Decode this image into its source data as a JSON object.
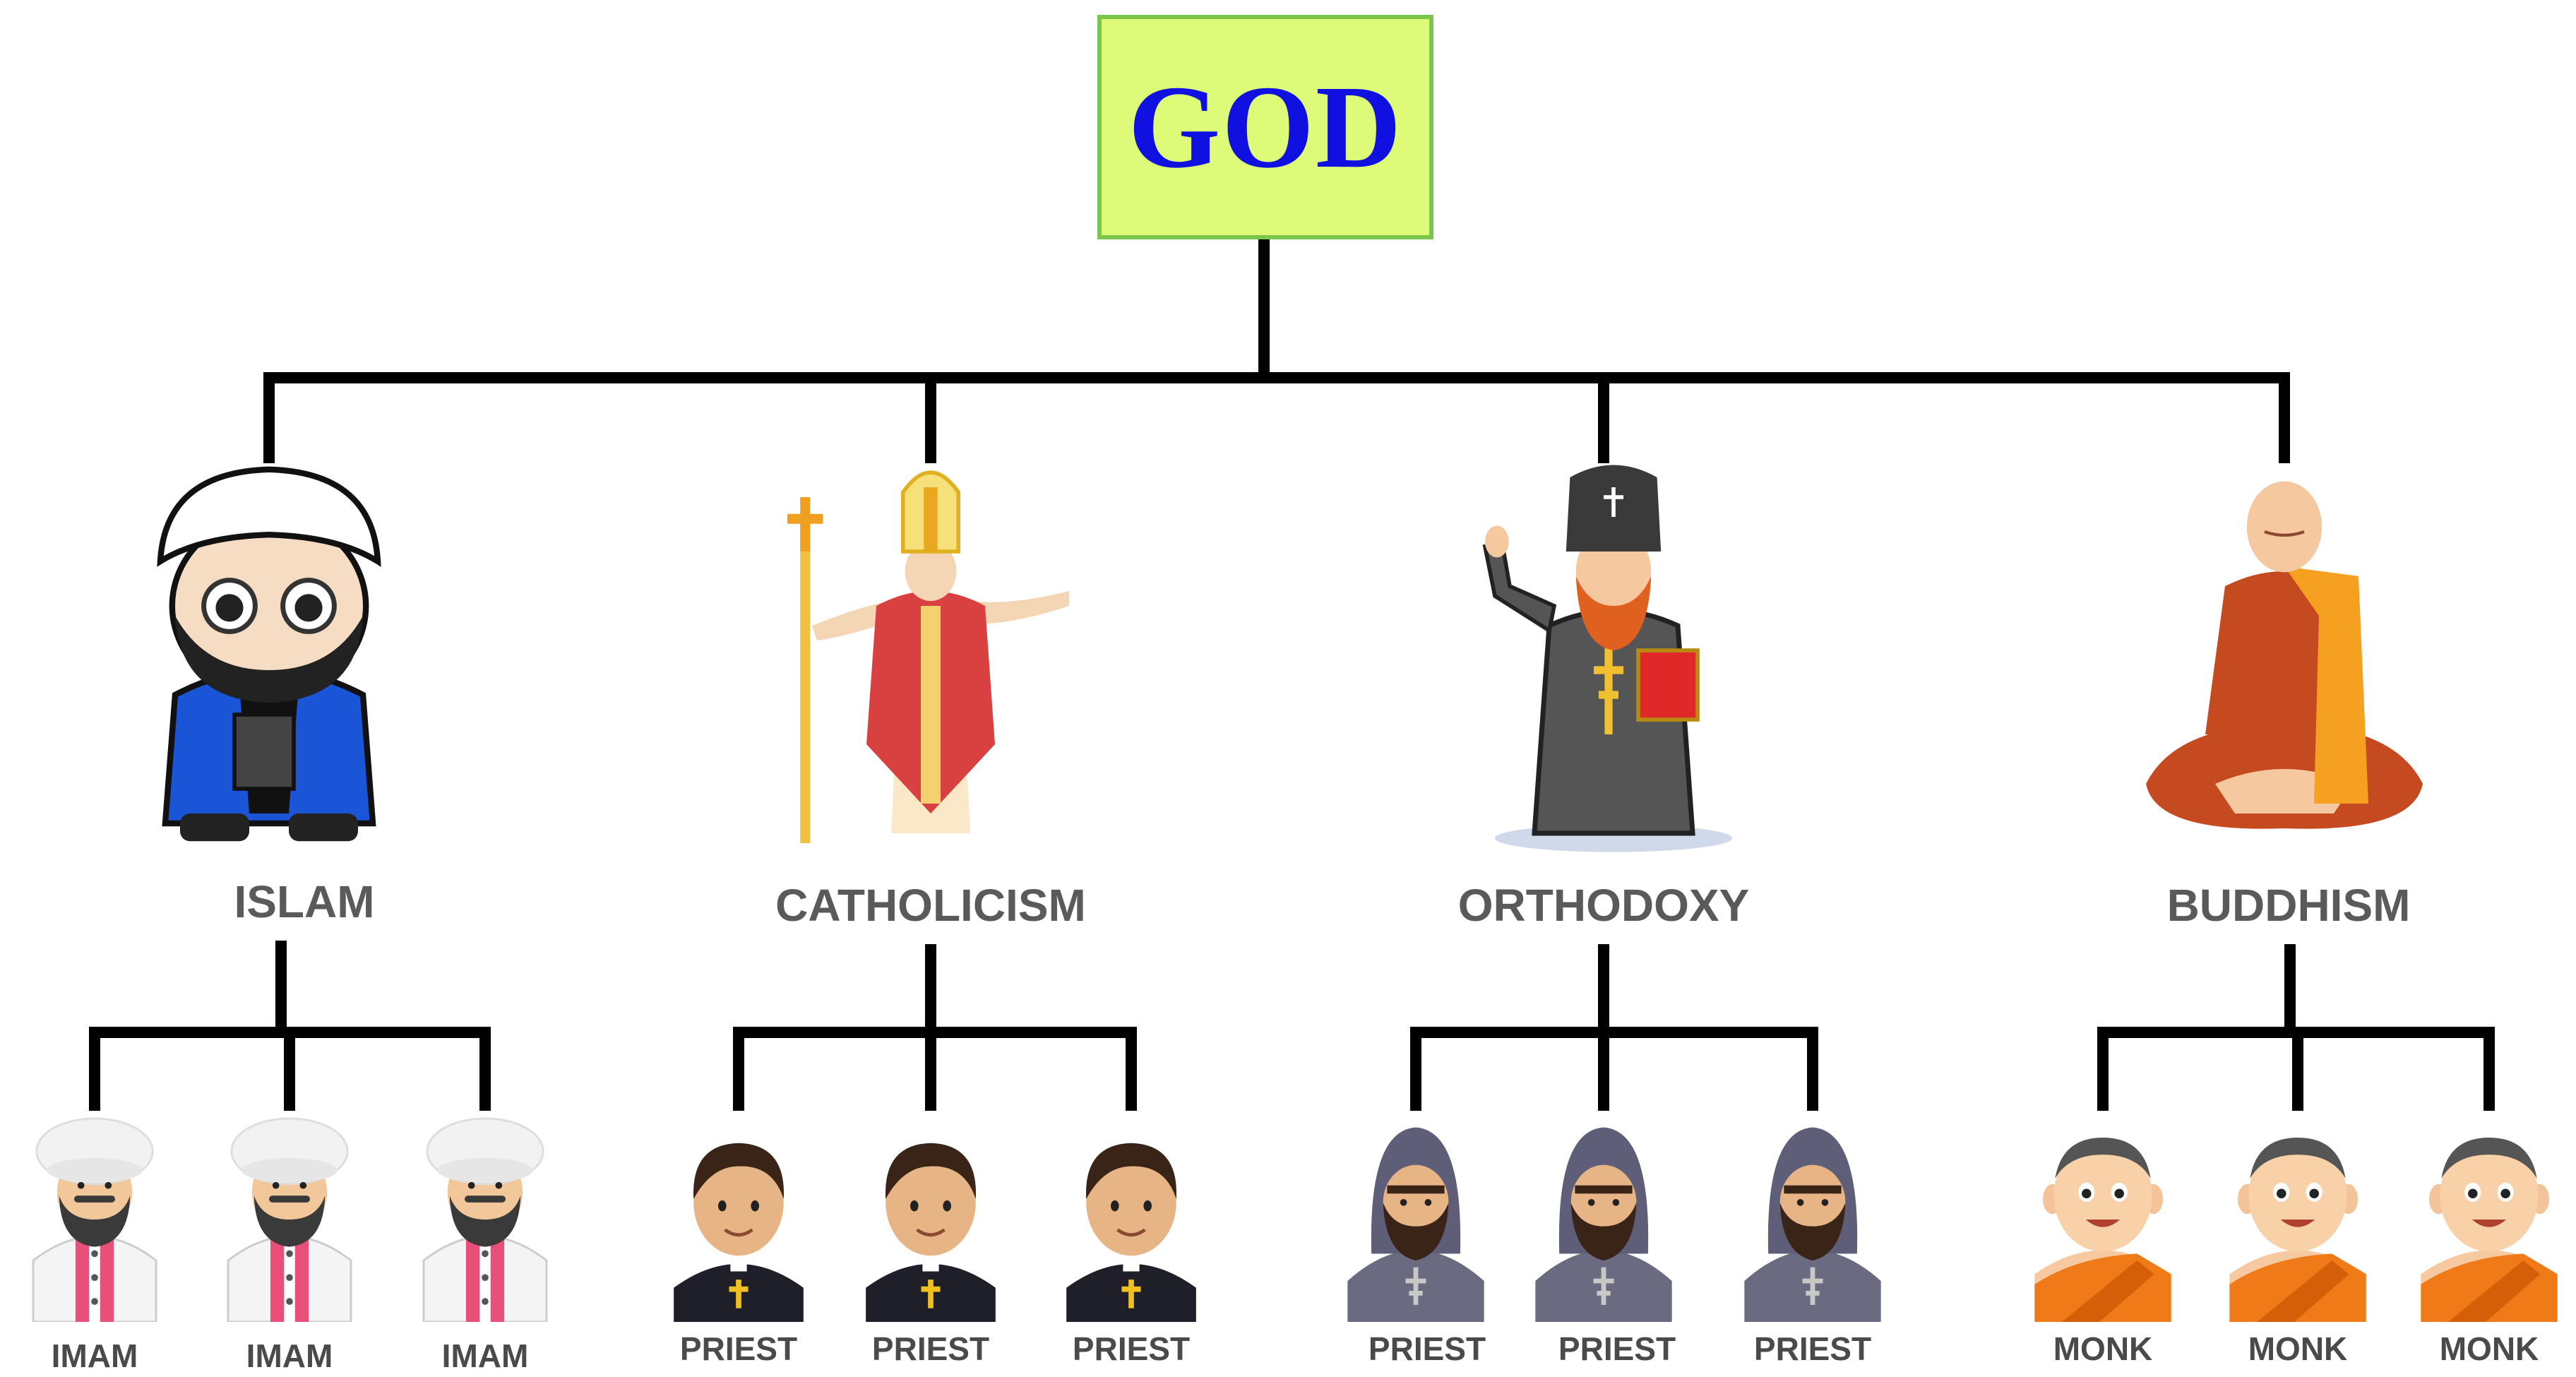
{
  "root": {
    "label": "GOD",
    "fill": "#ddfa78",
    "border": "#7cc64c",
    "text_color": "#1010e0"
  },
  "line_color": "#000000",
  "religions": [
    {
      "name": "ISLAM",
      "leader_icon": "imam-cartoon-icon",
      "members_label": "IMAM",
      "member_icon": "imam-icon",
      "member_count": 3
    },
    {
      "name": "CATHOLICISM",
      "leader_icon": "pope-icon",
      "members_label": "PRIEST",
      "member_icon": "catholic-priest-icon",
      "member_count": 3
    },
    {
      "name": "ORTHODOXY",
      "leader_icon": "orthodox-bishop-icon",
      "members_label": "PRIEST",
      "member_icon": "orthodox-priest-icon",
      "member_count": 3
    },
    {
      "name": "BUDDHISM",
      "leader_icon": "meditating-monk-icon",
      "members_label": "MONK",
      "member_icon": "buddhist-monk-icon",
      "member_count": 3
    }
  ]
}
